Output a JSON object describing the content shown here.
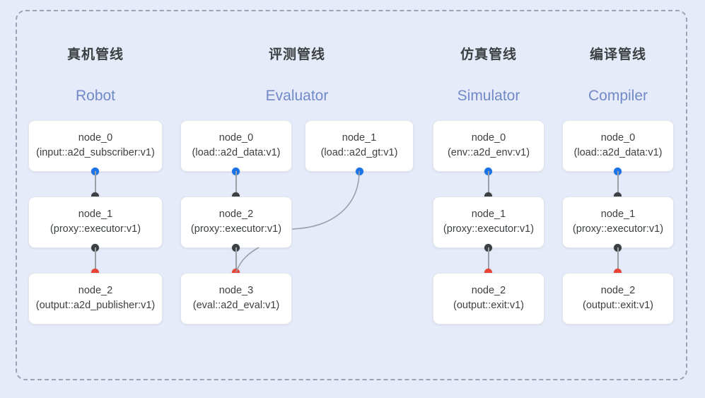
{
  "diagram": {
    "background_color": "#e6ebf9",
    "frame_border_color": "#9aa3b5",
    "port_colors": {
      "input": "#1a73e8",
      "middle": "#3c4043",
      "output": "#ea4335"
    },
    "edge_color": "#9aa0a6",
    "title_cn_color": "#3c4043",
    "title_en_color": "#7289c8"
  },
  "columns": [
    {
      "title_cn": "真机管线",
      "title_en": "Robot",
      "nodes": [
        {
          "name": "node_0",
          "type": "(input::a2d_subscriber:v1)"
        },
        {
          "name": "node_1",
          "type": "(proxy::executor:v1)"
        },
        {
          "name": "node_2",
          "type": "(output::a2d_publisher:v1)"
        }
      ]
    },
    {
      "title_cn": "评测管线",
      "title_en": "Evaluator",
      "nodes": [
        {
          "name": "node_0",
          "type": "(load::a2d_data:v1)"
        },
        {
          "name": "node_1",
          "type": "(load::a2d_gt:v1)"
        },
        {
          "name": "node_2",
          "type": "(proxy::executor:v1)"
        },
        {
          "name": "node_3",
          "type": "(eval::a2d_eval:v1)"
        }
      ]
    },
    {
      "title_cn": "仿真管线",
      "title_en": "Simulator",
      "nodes": [
        {
          "name": "node_0",
          "type": "(env::a2d_env:v1)"
        },
        {
          "name": "node_1",
          "type": "(proxy::executor:v1)"
        },
        {
          "name": "node_2",
          "type": "(output::exit:v1)"
        }
      ]
    },
    {
      "title_cn": "编译管线",
      "title_en": "Compiler",
      "nodes": [
        {
          "name": "node_0",
          "type": "(load::a2d_data:v1)"
        },
        {
          "name": "node_1",
          "type": "(proxy::executor:v1)"
        },
        {
          "name": "node_2",
          "type": "(output::exit:v1)"
        }
      ]
    }
  ]
}
